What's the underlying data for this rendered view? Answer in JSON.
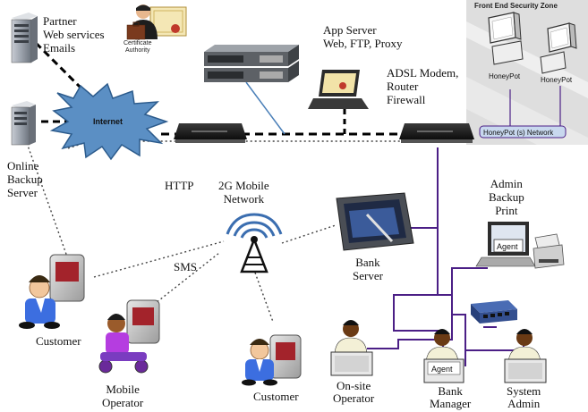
{
  "labels": {
    "partner": [
      "Partner",
      "Web services",
      "Emails"
    ],
    "certificate_authority": [
      "Certificate",
      "Authority"
    ],
    "app_server": [
      "App Server",
      "Web, FTP, Proxy"
    ],
    "adsl": [
      "ADSL Modem,",
      "Router",
      "Firewall"
    ],
    "front_end_zone": "Front End Security Zone",
    "honeypot_left": "HoneyPot",
    "honeypot_right": "HoneyPot",
    "honeypot_network": "HoneyPot (s) Network",
    "internet": "Internet",
    "online_backup": [
      "Online",
      "Backup",
      "Server"
    ],
    "http": "HTTP",
    "mobile_network": [
      "2G Mobile",
      "Network"
    ],
    "sms": "SMS",
    "bank_server": [
      "Bank",
      "Server"
    ],
    "admin_backup": [
      "Admin",
      "Backup",
      "Print"
    ],
    "agent_printer": "Agent",
    "agent_manager": "Agent",
    "customer_left": "Customer",
    "mobile_operator": [
      "Mobile",
      "Operator"
    ],
    "customer_bottom": "Customer",
    "onsite_operator": [
      "On-site",
      "Operator"
    ],
    "bank_manager": [
      "Bank",
      "Manager"
    ],
    "system_admin": [
      "System",
      "Admin"
    ]
  },
  "colors": {
    "lan_line": "#4b1f86",
    "internet_cloud": "#5b8fc4",
    "zone_bg": "#dcdcdc"
  }
}
